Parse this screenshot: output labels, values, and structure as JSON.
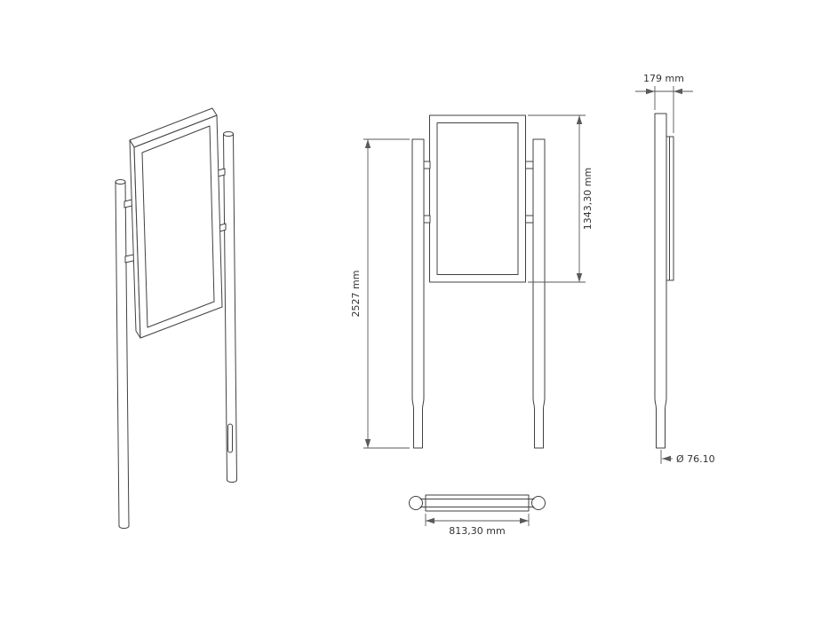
{
  "drawing": {
    "background": "#ffffff",
    "line_color": "#414141",
    "dimension_color": "#5a5a5a",
    "dimensions": {
      "overall_height": "2527 mm",
      "panel_height": "1343,30 mm",
      "depth": "179 mm",
      "pole_diameter": "Ø 76.10",
      "overall_width": "813,30 mm"
    }
  }
}
